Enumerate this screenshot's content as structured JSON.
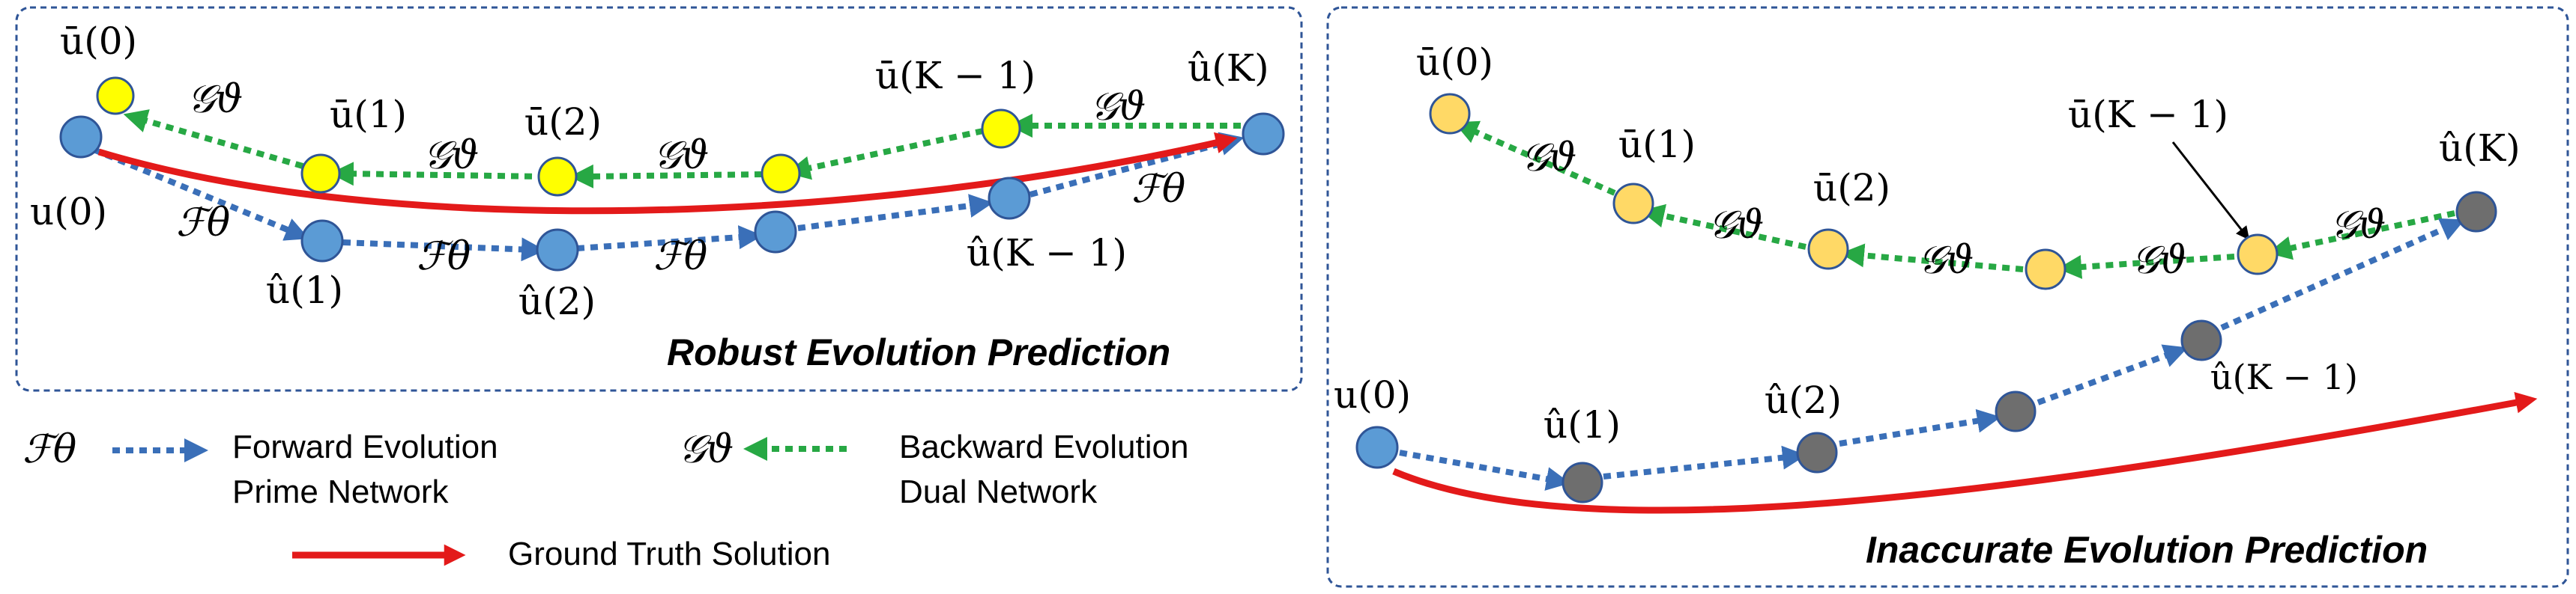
{
  "left_panel": {
    "title": "Robust Evolution Prediction",
    "labels": {
      "u0": "u(0)",
      "ubar0": "ū(0)",
      "ubar1": "ū(1)",
      "ubar2": "ū(2)",
      "ubarK1": "ū(K − 1)",
      "uhatK": "û(K)",
      "uhat1": "û(1)",
      "uhat2": "û(2)",
      "uhatK1": "û(K − 1)"
    },
    "operators": {
      "G": "𝒢ϑ",
      "F": "ℱθ"
    }
  },
  "right_panel": {
    "title": "Inaccurate Evolution Prediction",
    "labels": {
      "ubar0": "ū(0)",
      "ubar1": "ū(1)",
      "ubar2": "ū(2)",
      "ubarK1": "ū(K − 1)",
      "uhatK": "û(K)",
      "u0": "u(0)",
      "uhat1": "û(1)",
      "uhat2": "û(2)",
      "uhatK1": "û(K − 1)"
    },
    "operators": {
      "G": "𝒢ϑ"
    }
  },
  "legend": {
    "forward_symbol": "ℱθ",
    "forward_line1": "Forward Evolution",
    "forward_line2": "Prime Network",
    "backward_symbol": "𝒢ϑ",
    "backward_line1": "Backward Evolution",
    "backward_line2": "Dual Network",
    "ground_truth": "Ground Truth Solution"
  },
  "colors": {
    "forward": "#3a6fb8",
    "backward": "#27a844",
    "ground_truth": "#e31a1a",
    "node_blue": "#5b9bd5",
    "node_yellow": "#ffff00",
    "node_gold": "#ffd966",
    "node_gray": "#6e6e6e",
    "panel_border": "#2f5597"
  }
}
